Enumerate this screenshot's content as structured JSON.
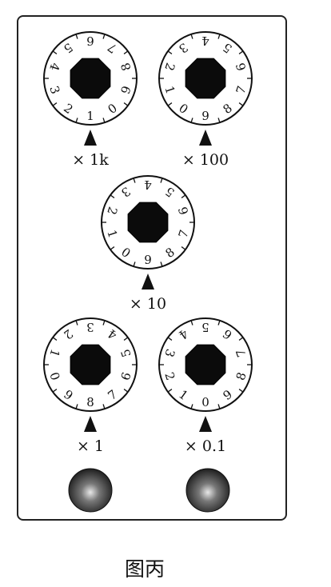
{
  "caption": "图丙",
  "dials": [
    {
      "id": "dial-1k",
      "multiplier": "× 1k",
      "digits": [
        "0",
        "1",
        "2",
        "3",
        "4",
        "5",
        "6",
        "7",
        "8",
        "9"
      ],
      "reading": 1
    },
    {
      "id": "dial-100",
      "multiplier": "× 100",
      "digits": [
        "0",
        "1",
        "2",
        "3",
        "4",
        "5",
        "6",
        "7",
        "8",
        "9"
      ],
      "reading": 9
    },
    {
      "id": "dial-10",
      "multiplier": "× 10",
      "digits": [
        "0",
        "1",
        "2",
        "3",
        "4",
        "5",
        "6",
        "7",
        "8",
        "9"
      ],
      "reading": 9
    },
    {
      "id": "dial-1",
      "multiplier": "× 1",
      "digits": [
        "0",
        "1",
        "2",
        "3",
        "4",
        "5",
        "6",
        "7",
        "8",
        "9"
      ],
      "reading": 8
    },
    {
      "id": "dial-0.1",
      "multiplier": "× 0.1",
      "digits": [
        "0",
        "1",
        "2",
        "3",
        "4",
        "5",
        "6",
        "7",
        "8",
        "9"
      ],
      "reading": 0
    }
  ],
  "terminals": [
    {
      "id": "terminal-left"
    },
    {
      "id": "terminal-right"
    }
  ]
}
